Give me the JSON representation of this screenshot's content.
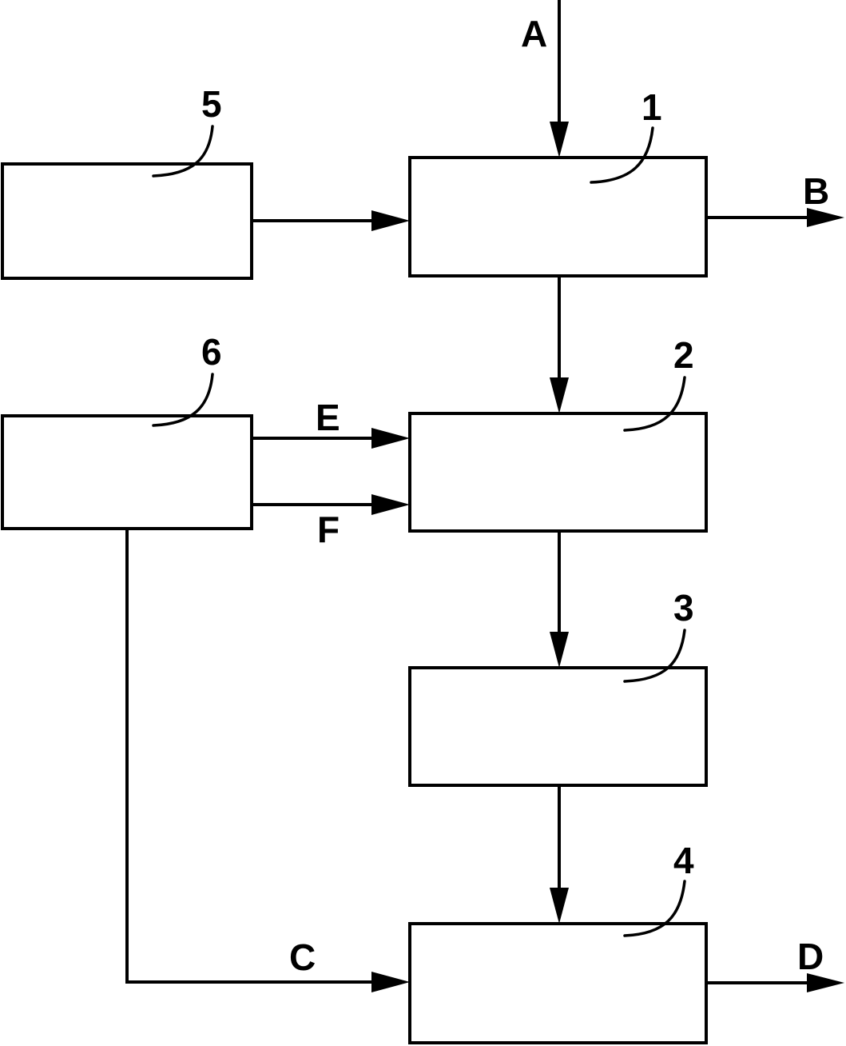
{
  "diagram": {
    "blocks": [
      {
        "id": "1",
        "label": "1"
      },
      {
        "id": "2",
        "label": "2"
      },
      {
        "id": "3",
        "label": "3"
      },
      {
        "id": "4",
        "label": "4"
      },
      {
        "id": "5",
        "label": "5"
      },
      {
        "id": "6",
        "label": "6"
      }
    ],
    "flows": {
      "A": "A",
      "B": "B",
      "C": "C",
      "D": "D",
      "E": "E",
      "F": "F"
    },
    "connections": [
      {
        "from": "A",
        "to": "1"
      },
      {
        "from": "5",
        "to": "1"
      },
      {
        "from": "1",
        "to": "B"
      },
      {
        "from": "1",
        "to": "2"
      },
      {
        "from": "6",
        "to": "2",
        "label": "E"
      },
      {
        "from": "6",
        "to": "2",
        "label": "F"
      },
      {
        "from": "2",
        "to": "3"
      },
      {
        "from": "3",
        "to": "4"
      },
      {
        "from": "6",
        "to": "4",
        "label": "C"
      },
      {
        "from": "4",
        "to": "D"
      }
    ]
  }
}
